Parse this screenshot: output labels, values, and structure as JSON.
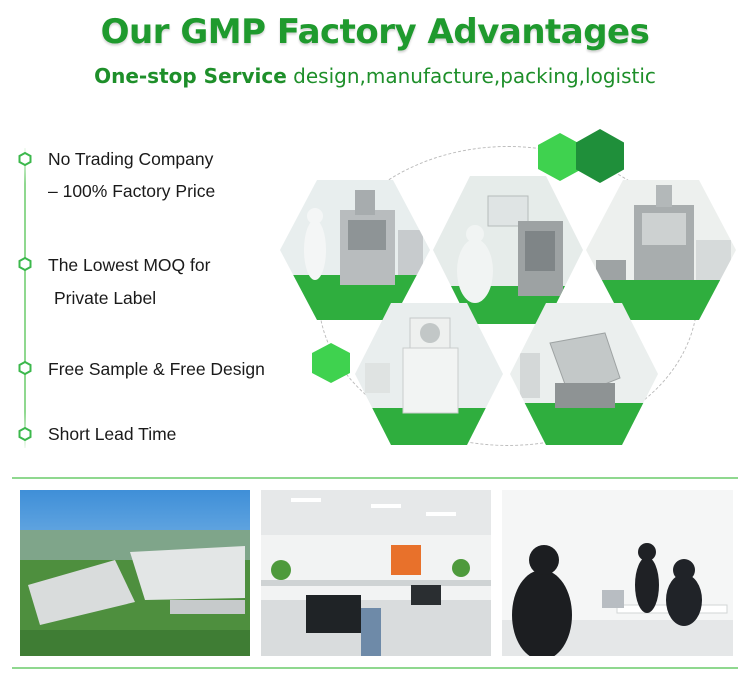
{
  "header": {
    "title": "Our GMP Factory Advantages",
    "subtitle_emphasis": "One-stop Service",
    "subtitle_rest": " design,manufacture,packing,logistic"
  },
  "features": [
    {
      "line1": "No Trading Company",
      "line2": "– 100% Factory Price"
    },
    {
      "line1": "The Lowest MOQ for",
      "line2": "Private Label"
    },
    {
      "line1": "Free Sample & Free Design"
    },
    {
      "line1": "Short Lead Time"
    }
  ],
  "colors": {
    "brand_green": "#1f9a2e",
    "accent_green": "#22b33a",
    "light_green": "#8fd88f"
  }
}
